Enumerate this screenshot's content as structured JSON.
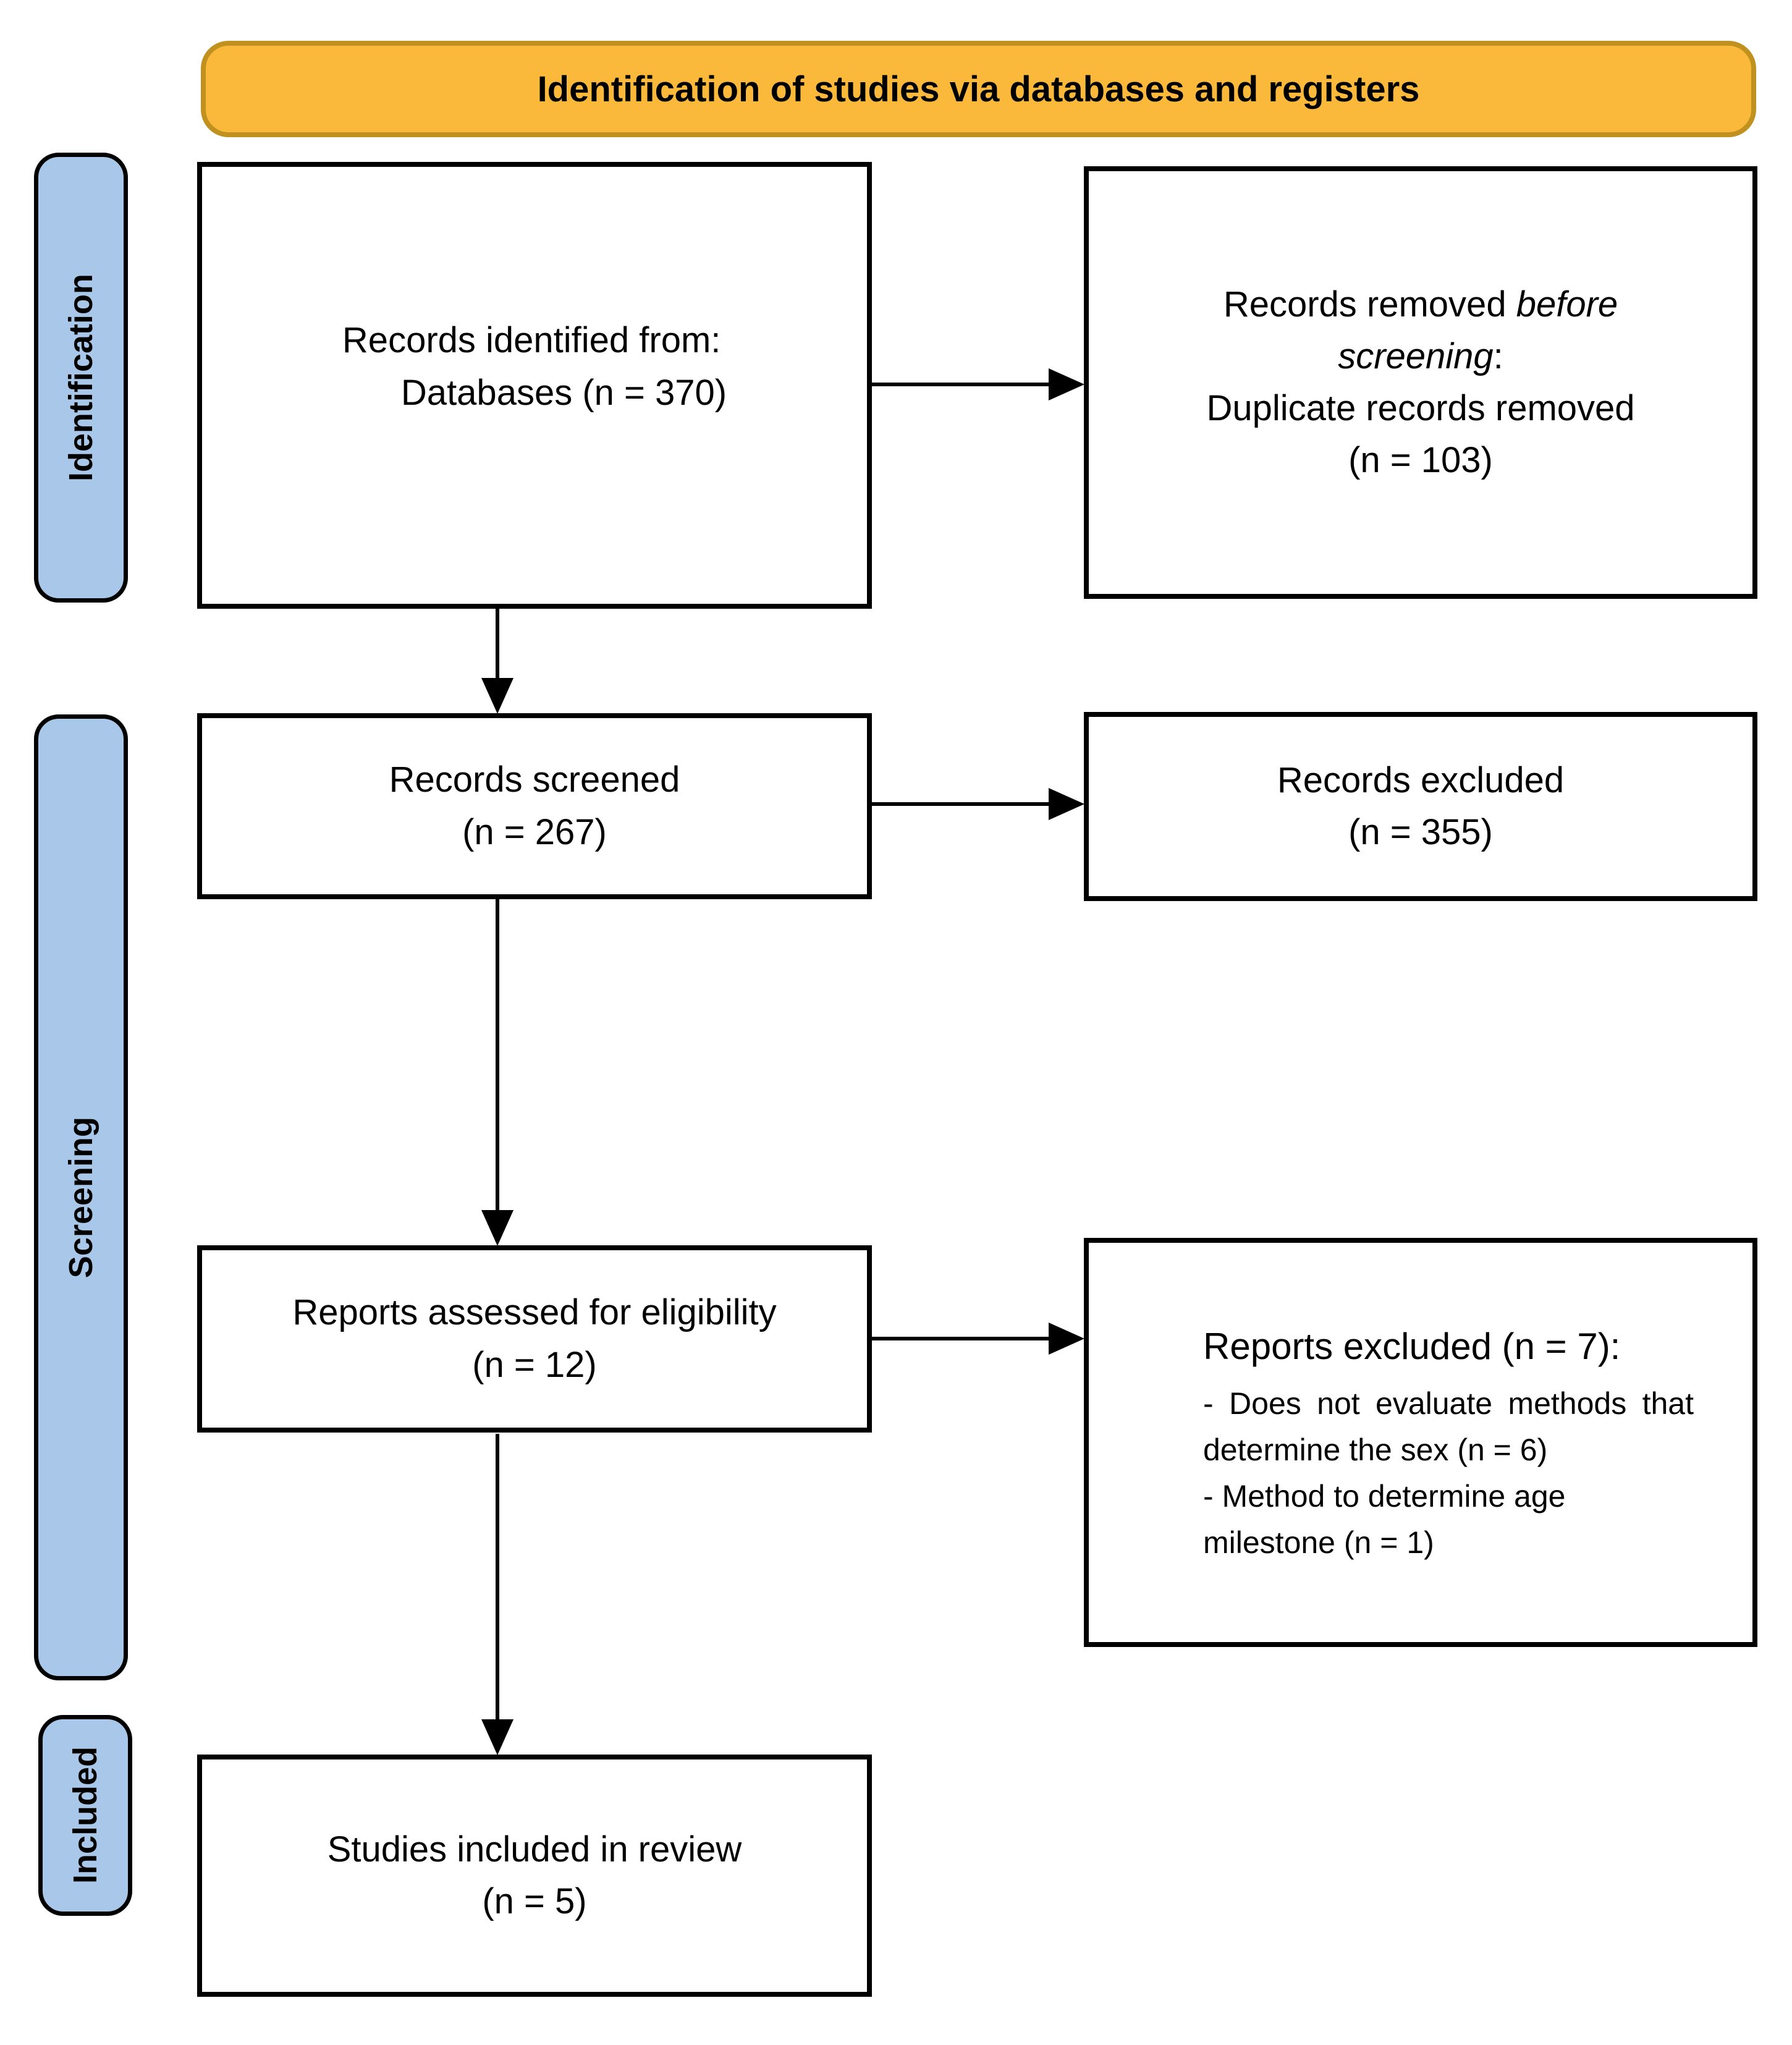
{
  "title": "Identification of studies via databases and registers",
  "colors": {
    "header_fill": "#FBB93B",
    "header_border": "#C0911E",
    "stage_fill": "#A9C7E8",
    "box_border": "#000000",
    "arrow": "#000000"
  },
  "stages": {
    "identification": "Identification",
    "screening": "Screening",
    "included": "Included"
  },
  "boxes": {
    "records_identified": {
      "line1": "Records identified from:",
      "line2": "Databases (n = 370)"
    },
    "records_removed": {
      "seg_regular": "Records removed ",
      "seg_italic": "before screening",
      "seg_colon": ":",
      "line2": "Duplicate records removed",
      "line3": "(n = 103)"
    },
    "records_screened": {
      "line1": "Records screened",
      "line2": "(n = 267)"
    },
    "records_excluded": {
      "line1": "Records excluded",
      "line2": "(n = 355)"
    },
    "reports_assessed": {
      "line1": "Reports assessed for eligibility",
      "line2": "(n = 12)"
    },
    "reports_excluded": {
      "heading": "Reports excluded (n = 7):",
      "bullet1_line1": "- Does not evaluate methods that",
      "bullet1_line2": "determine the sex (n = 6)",
      "bullet2_line1": "- Method to determine age",
      "bullet2_line2": "milestone (n = 1)"
    },
    "studies_included": {
      "line1": "Studies included in review",
      "line2": "(n = 5)"
    }
  }
}
